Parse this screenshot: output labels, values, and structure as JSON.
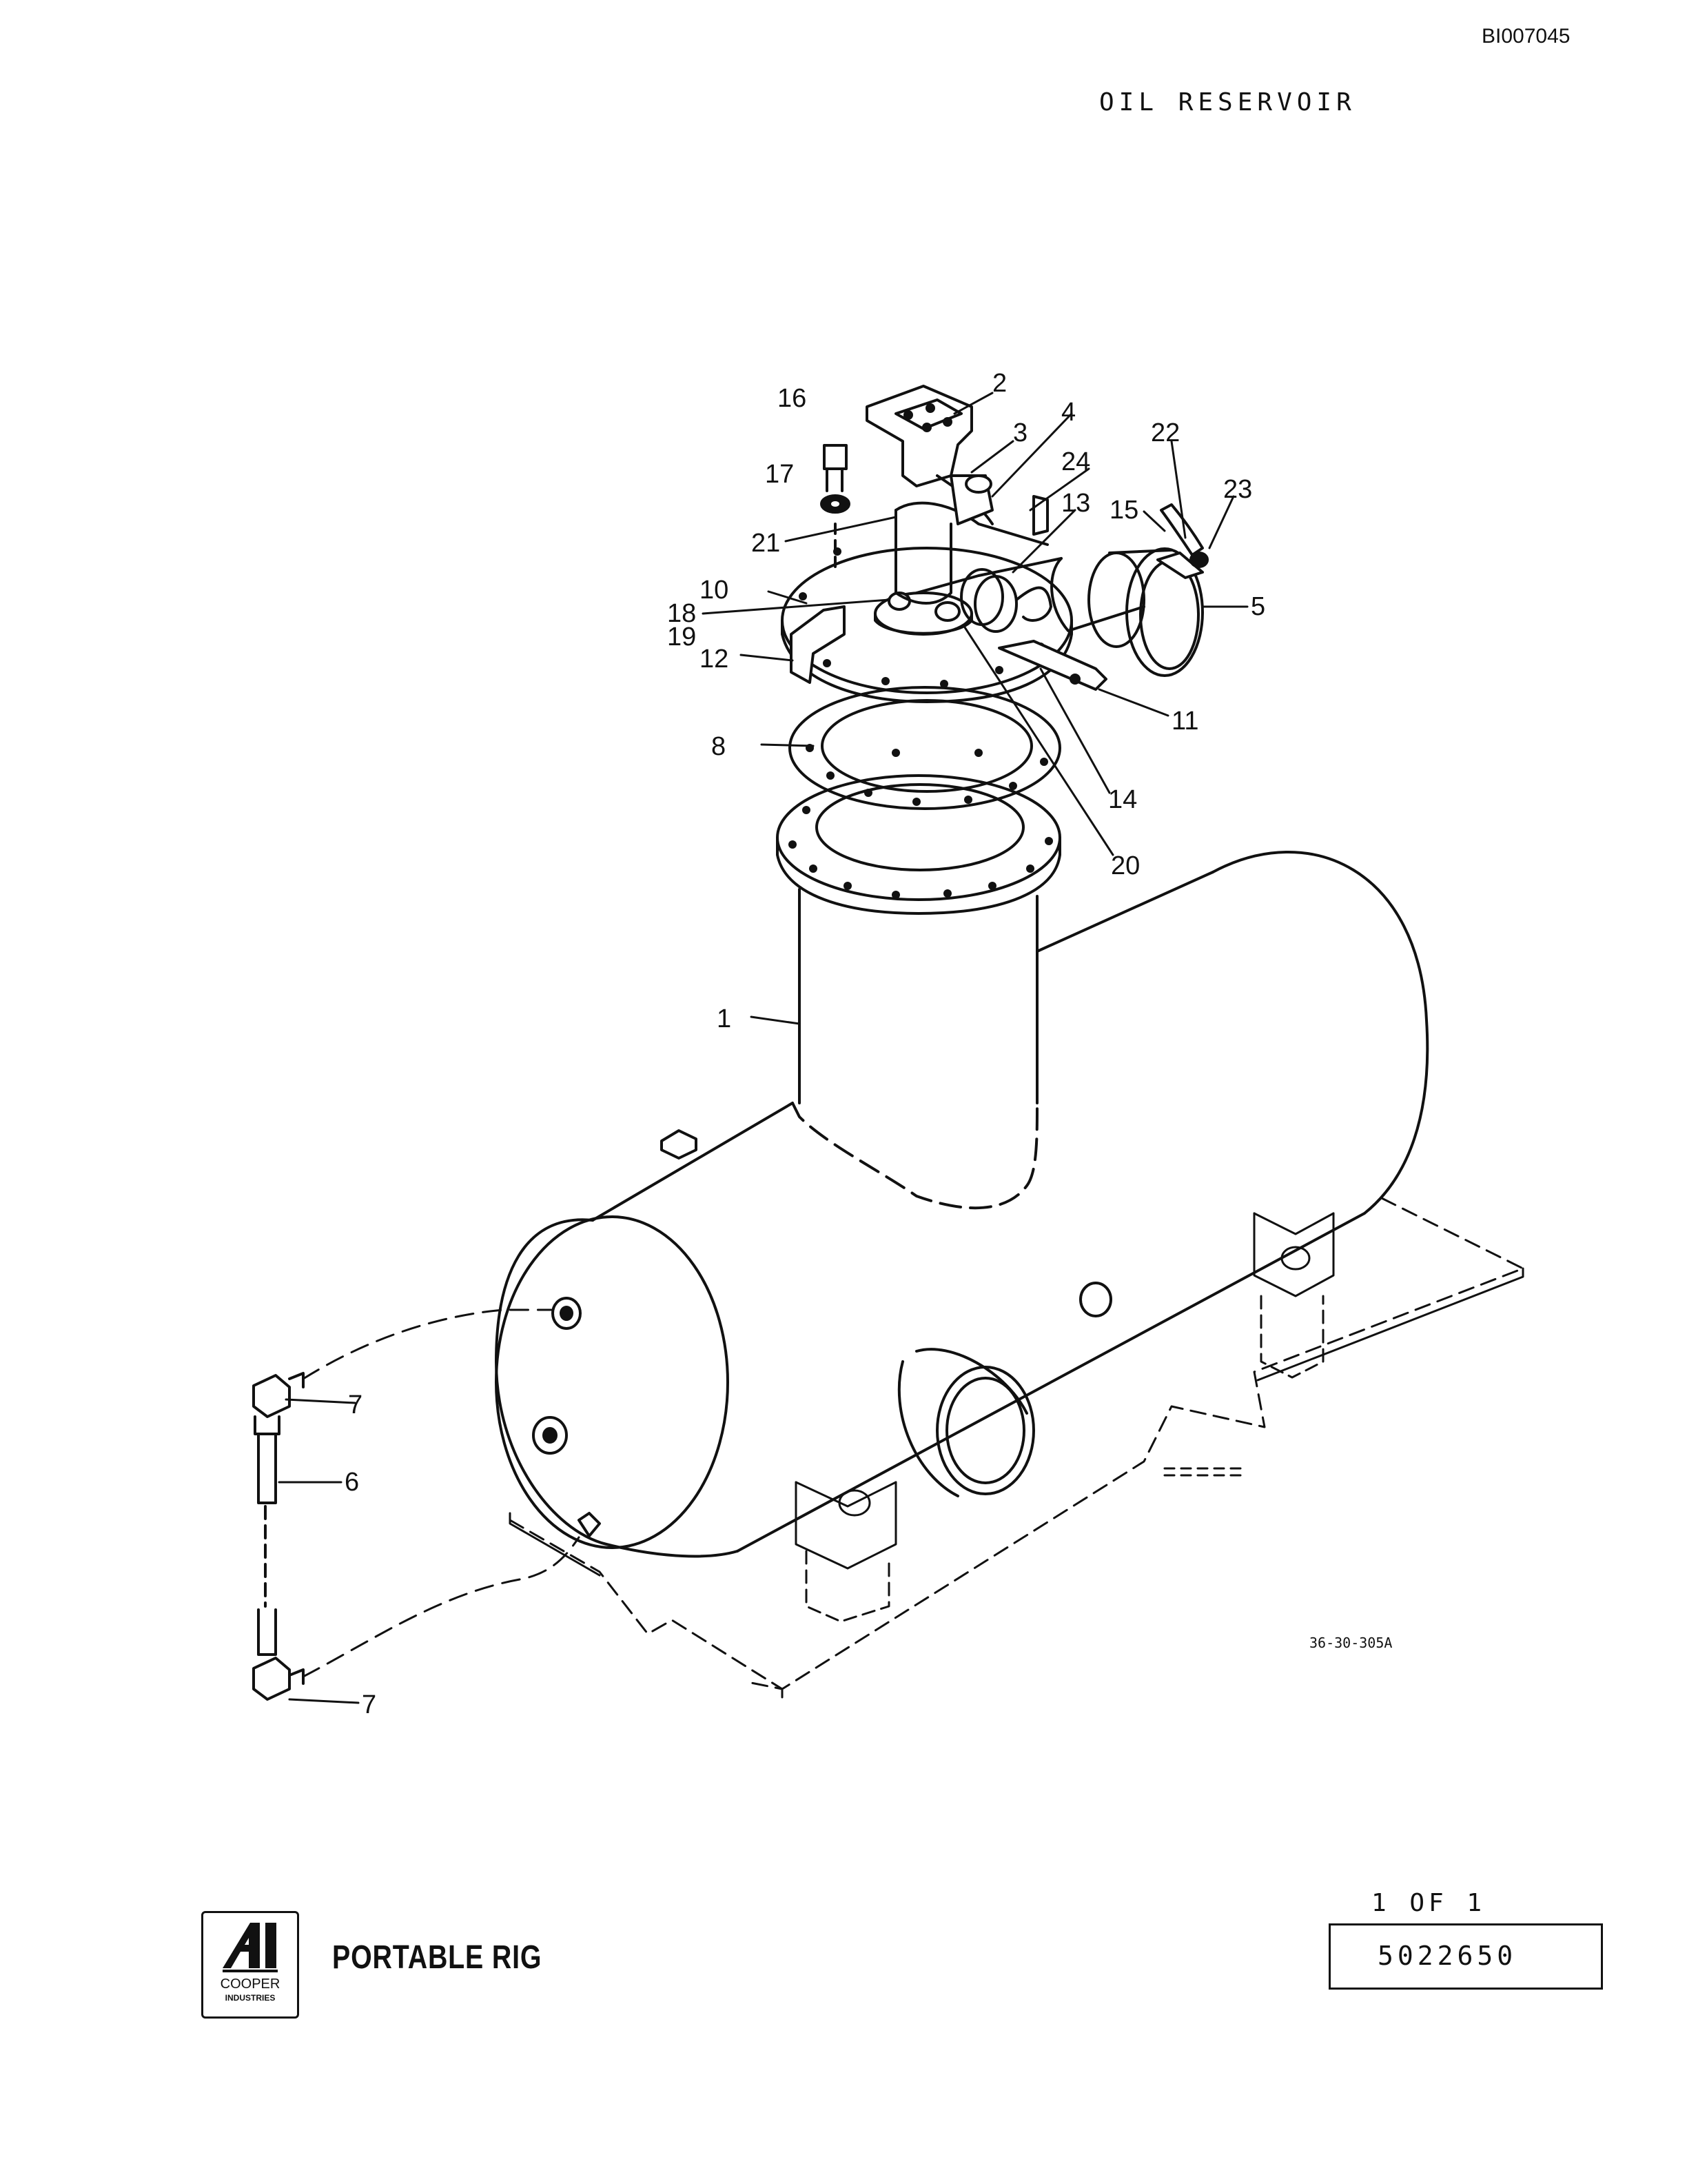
{
  "header": {
    "document_id": "BI007045",
    "title": "OIL RESERVOIR"
  },
  "drawing": {
    "reference": "36-30-305A",
    "callouts": [
      "1",
      "2",
      "3",
      "4",
      "5",
      "6",
      "7",
      "7",
      "8",
      "10",
      "11",
      "12",
      "13",
      "14",
      "15",
      "16",
      "17",
      "18",
      "19",
      "20",
      "21",
      "22",
      "23",
      "24"
    ]
  },
  "footer": {
    "logo_line1": "COOPER",
    "logo_line2": "INDUSTRIES",
    "product": "PORTABLE RIG",
    "sheet": "1 OF 1",
    "part_number": "5022650"
  }
}
